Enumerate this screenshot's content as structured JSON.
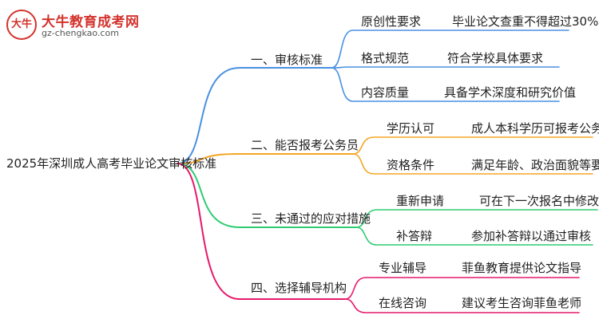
{
  "logo": {
    "badge_text": "大牛",
    "name": "大牛教育成考网",
    "url": "gz-chengkao.com"
  },
  "root": "2025年深圳成人高考毕业论文审核标准",
  "branches": [
    {
      "label": "一、审核标准",
      "color": "#4a90e2",
      "children": [
        {
          "label": "原创性要求",
          "detail": "毕业论文查重不得超过30%"
        },
        {
          "label": "格式规范",
          "detail": "符合学校具体要求"
        },
        {
          "label": "内容质量",
          "detail": "具备学术深度和研究价值"
        }
      ]
    },
    {
      "label": "二、能否报考公务员",
      "color": "#f5a623",
      "children": [
        {
          "label": "学历认可",
          "detail": "成人本科学历可报考公务员"
        },
        {
          "label": "资格条件",
          "detail": "满足年龄、政治面貌等要求"
        }
      ]
    },
    {
      "label": "三、未通过的应对措施",
      "color": "#2ecc71",
      "children": [
        {
          "label": "重新申请",
          "detail": "可在下一次报名中修改提交"
        },
        {
          "label": "补答辩",
          "detail": "参加补答辩以通过审核"
        }
      ]
    },
    {
      "label": "四、选择辅导机构",
      "color": "#e6196b",
      "children": [
        {
          "label": "专业辅导",
          "detail": "菲鱼教育提供论文指导"
        },
        {
          "label": "在线咨询",
          "detail": "建议考生咨询菲鱼老师"
        }
      ]
    }
  ]
}
